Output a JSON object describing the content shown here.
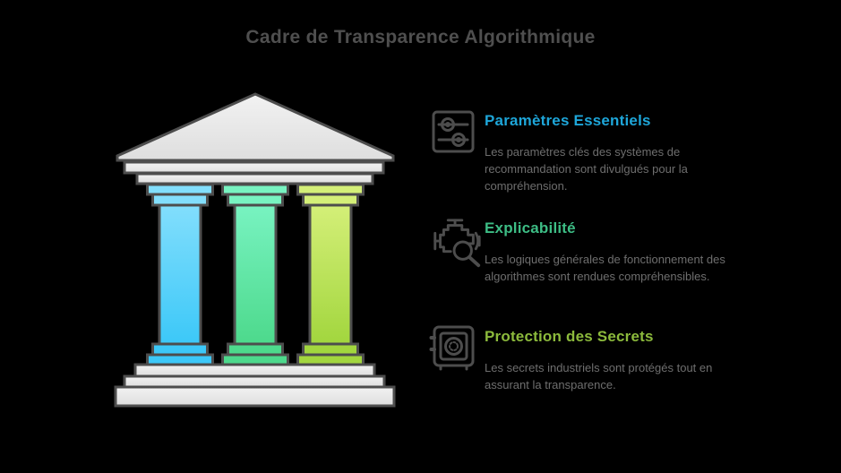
{
  "title": "Cadre de Transparence Algorithmique",
  "illustration": {
    "description": "Greek temple with pediment, entablature, three colored pillars and three-step base",
    "pillars": [
      {
        "name": "blue-pillar",
        "top_color": "#82defc",
        "bottom_color": "#3cc8f8"
      },
      {
        "name": "green-pillar",
        "top_color": "#78f3c1",
        "bottom_color": "#4dd98c"
      },
      {
        "name": "lime-pillar",
        "top_color": "#d4ef78",
        "bottom_color": "#a2d63e"
      }
    ],
    "stone_color": "#ececec",
    "outline_color": "#4d4d4d"
  },
  "colors": {
    "background": "#000000",
    "title_text": "#4f4f4f",
    "body_text": "#6e6e6e",
    "icon_stroke": "#4d4d4d"
  },
  "sections": [
    {
      "icon": "sliders-icon",
      "heading": "Paramètres Essentiels",
      "heading_color": "#1ea6d9",
      "body": "Les paramètres clés des systèmes de recommandation sont divulgués pour la compréhension."
    },
    {
      "icon": "engine-magnifier-icon",
      "heading": "Explicabilité",
      "heading_color": "#3dbd85",
      "body": "Les logiques générales de fonctionnement des algorithmes sont rendues compréhensibles."
    },
    {
      "icon": "safe-icon",
      "heading": "Protection des Secrets",
      "heading_color": "#8cba3c",
      "body": "Les secrets industriels sont protégés tout en assurant la transparence."
    }
  ]
}
